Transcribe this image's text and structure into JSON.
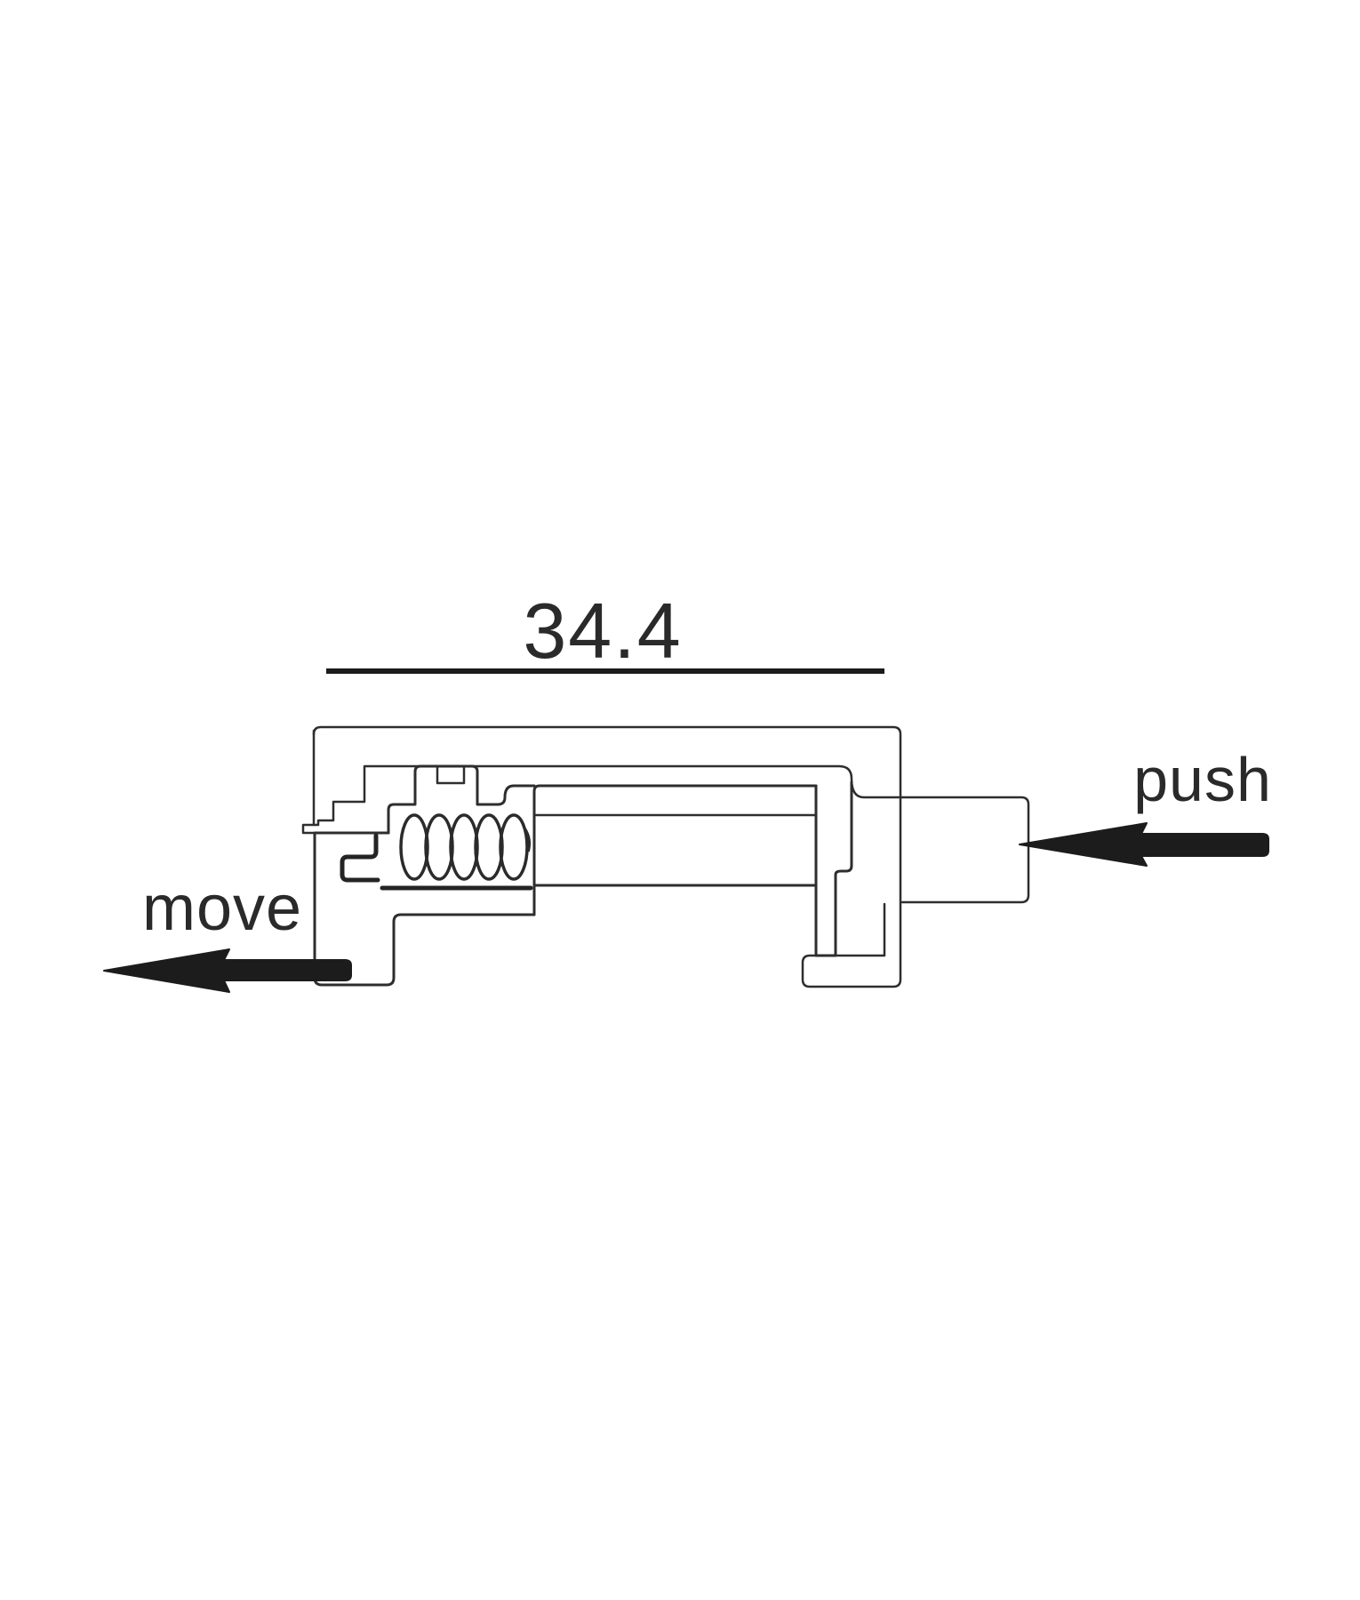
{
  "drawing": {
    "title": "spring latch cross-section diagram",
    "dimension": {
      "value": "34.4",
      "orientation": "horizontal",
      "measures": "overall width of latch housing"
    },
    "labels": {
      "push": "push",
      "move": "move"
    },
    "annotations": [
      {
        "name": "push-arrow",
        "direction": "left",
        "meaning": "push plunger inward"
      },
      {
        "name": "move-arrow",
        "direction": "left",
        "meaning": "slider moves outward"
      }
    ],
    "parts": [
      "outer-housing-profile",
      "sliding-body-profile",
      "coil-spring",
      "push-plunger-knob"
    ],
    "colors": {
      "background": "#ffffff",
      "line": "#2e2e2e",
      "heavy_line": "#242424",
      "arrow_fill": "#1c1c1c",
      "text": "#2a2a2a"
    }
  }
}
